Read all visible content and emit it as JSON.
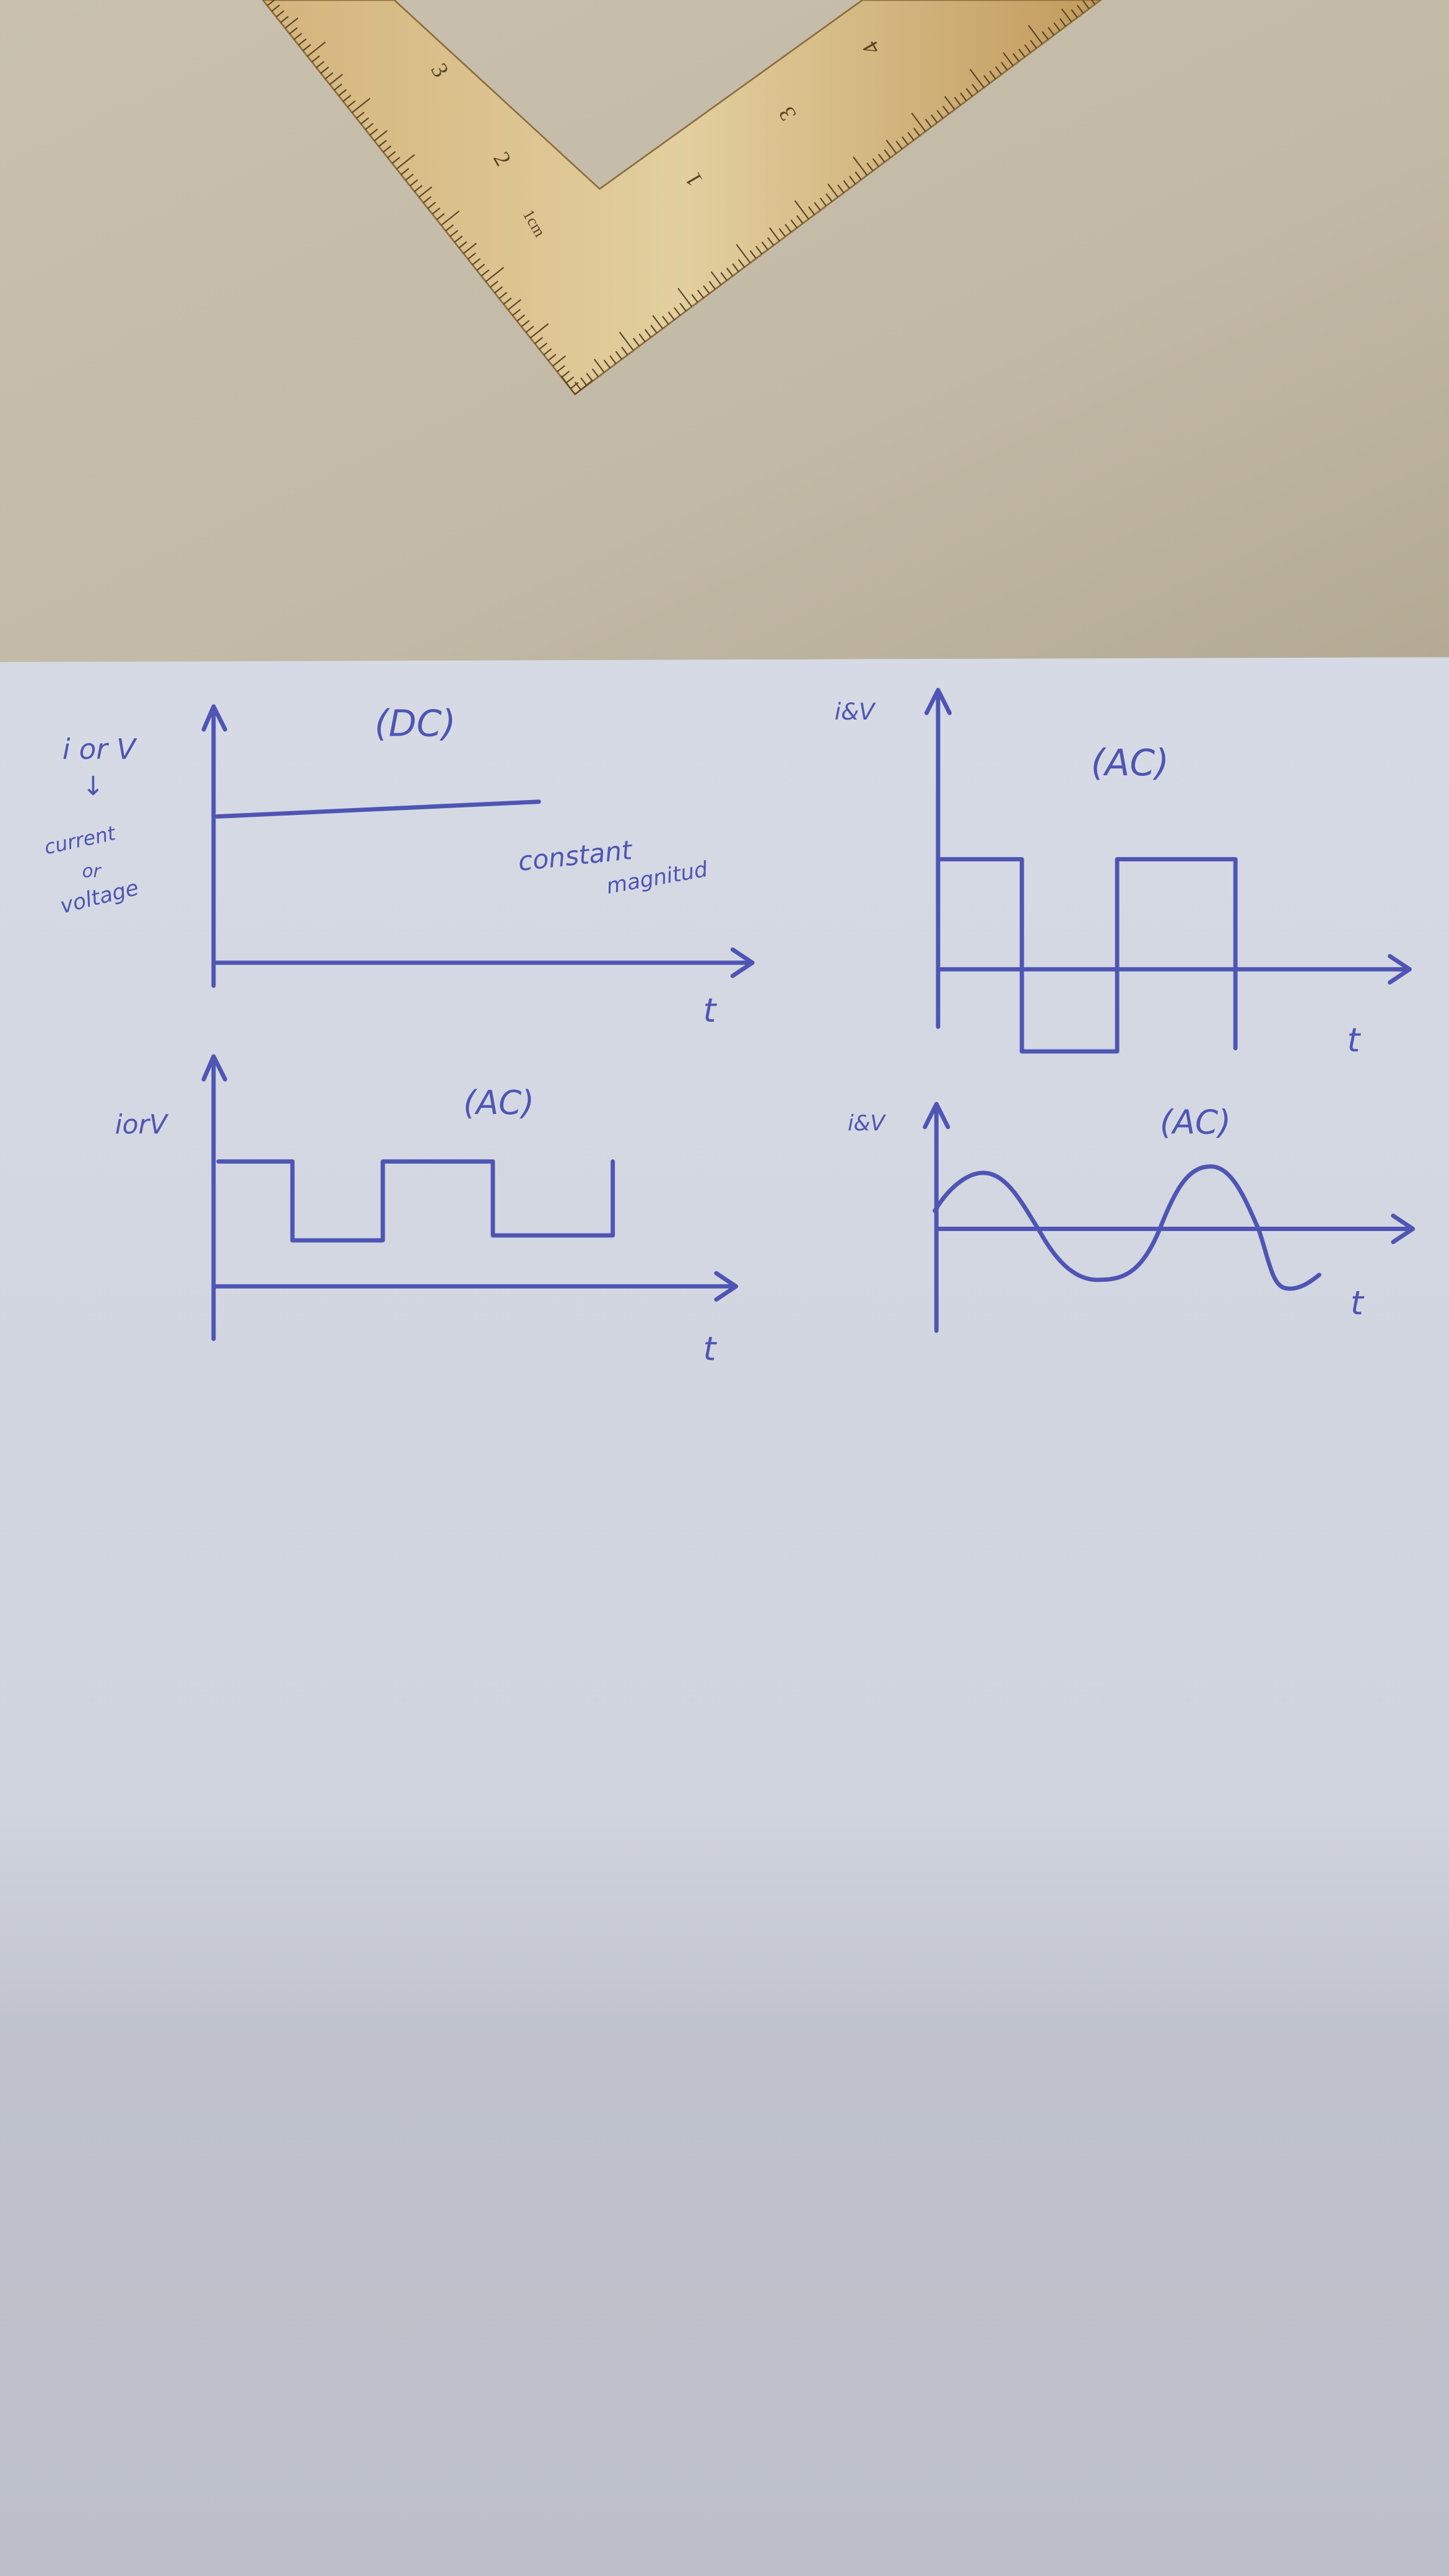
{
  "colors": {
    "pen_ink": "#4f55b4",
    "paper": "#d2d6e0",
    "table": "#c4bba9",
    "ruler": "#c9a66b"
  },
  "ruler": {
    "marks": [
      "1cm",
      "2",
      "3",
      "1",
      "3",
      "4"
    ]
  },
  "diagrams": [
    {
      "title": "(DC)",
      "y_label": "i or V",
      "y_label_note_arrow": "↓",
      "y_label_note": [
        "current",
        "or",
        "voltage"
      ],
      "annotation": [
        "constant",
        "magnitud"
      ],
      "x_label": "t"
    },
    {
      "title": "(AC)",
      "y_label": "i&V",
      "x_label": "t"
    },
    {
      "title": "(AC)",
      "y_label": "iorV",
      "x_label": "t"
    },
    {
      "title": "(AC)",
      "y_label": "i&V",
      "x_label": "t"
    }
  ]
}
